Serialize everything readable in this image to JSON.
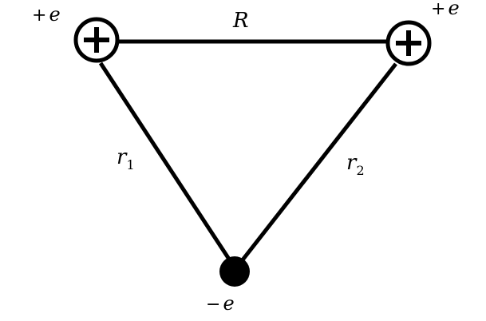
{
  "charges": {
    "left": {
      "sign": "+",
      "symbol": "e",
      "type": "positive"
    },
    "right": {
      "sign": "+",
      "symbol": "e",
      "type": "positive"
    },
    "bottom": {
      "sign": "−",
      "symbol": "e",
      "type": "negative"
    }
  },
  "distances": {
    "top": "R",
    "left_symbol": "r",
    "left_subscript": "1",
    "right_symbol": "r",
    "right_subscript": "2"
  },
  "colors": {
    "line": "#000000",
    "positive_fill": "#ffffff",
    "negative_fill": "#000000"
  }
}
